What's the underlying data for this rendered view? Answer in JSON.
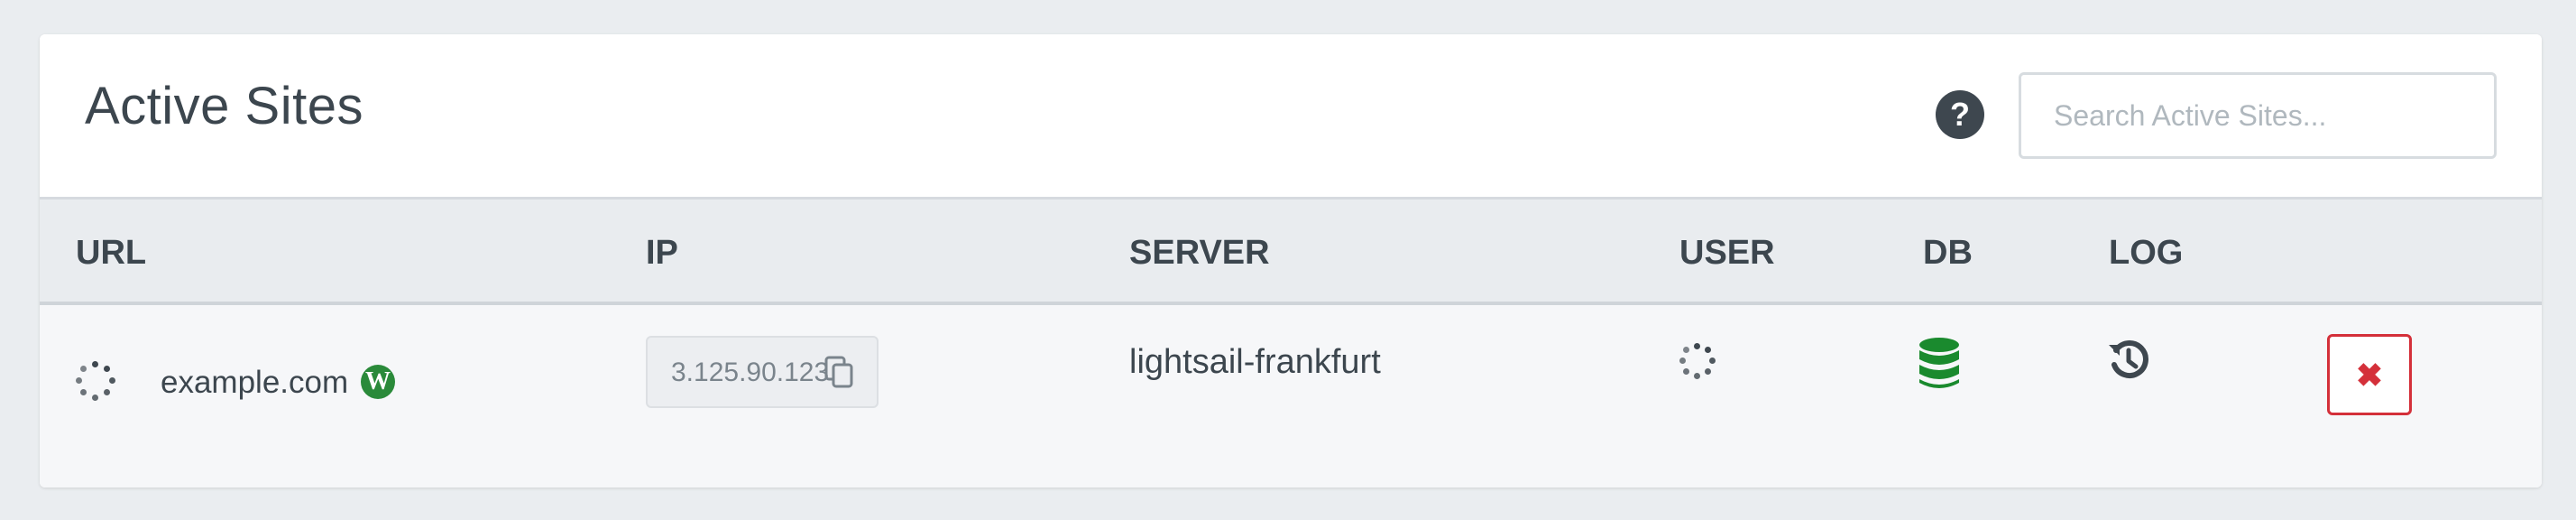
{
  "header": {
    "title": "Active Sites",
    "help_icon": "?",
    "search_placeholder": "Search Active Sites..."
  },
  "table": {
    "columns": [
      "URL",
      "IP",
      "SERVER",
      "USER",
      "DB",
      "LOG"
    ],
    "rows": [
      {
        "url": "example.com",
        "url_status_icon": "loading-spinner-icon",
        "platform_icon": "wordpress-icon",
        "platform_glyph": "W",
        "ip": "3.125.90.123",
        "server": "lightsail-frankfurt",
        "user_status_icon": "loading-spinner-icon",
        "db_icon": "database-icon",
        "log_icon": "history-icon",
        "delete_glyph": "✖"
      }
    ]
  },
  "colors": {
    "background": "#eaedf0",
    "card": "#ffffff",
    "header_row": "#e9ecef",
    "row": "#f6f7f9",
    "text": "#3c464e",
    "db_green": "#1a8a2e",
    "wordpress_green": "#2a8a3a",
    "delete_red": "#d4303a"
  }
}
